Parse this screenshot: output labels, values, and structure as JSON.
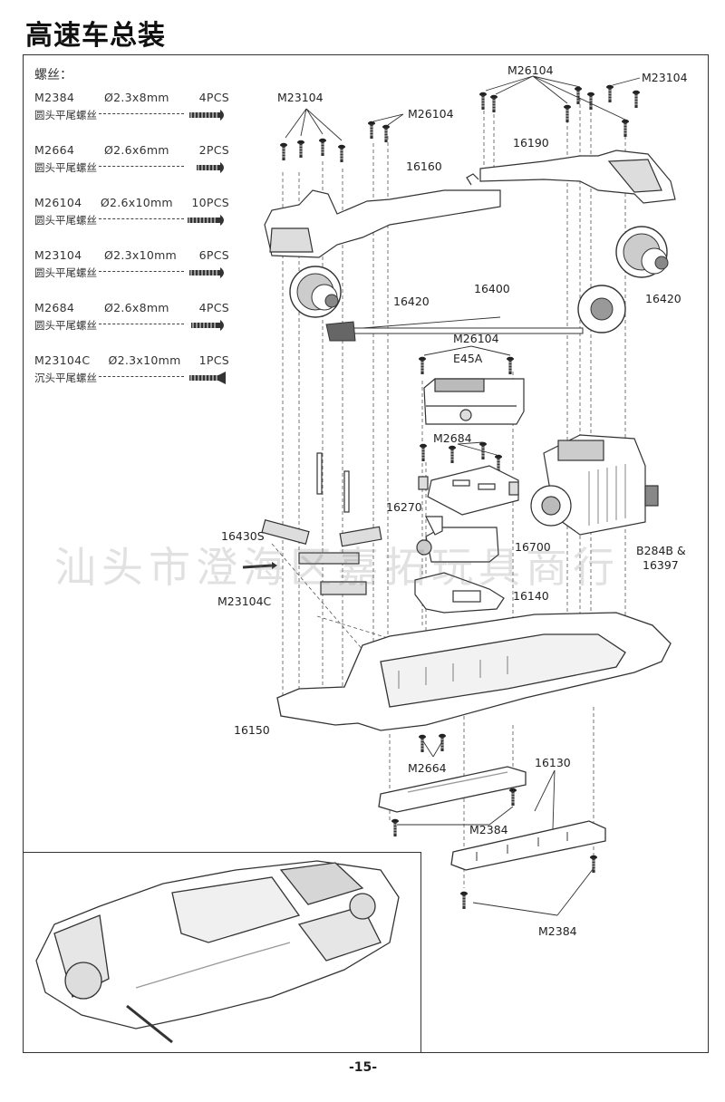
{
  "page_title": "高速车总装",
  "screws": {
    "heading": "螺丝：",
    "items": [
      {
        "code": "M2384",
        "size": "Ø2.3x8mm",
        "qty": "4PCS",
        "type": "圆头平尾螺丝"
      },
      {
        "code": "M2664",
        "size": "Ø2.6x6mm",
        "qty": "2PCS",
        "type": "圆头平尾螺丝"
      },
      {
        "code": "M26104",
        "size": "Ø2.6x10mm",
        "qty": "10PCS",
        "type": "圆头平尾螺丝"
      },
      {
        "code": "M23104",
        "size": "Ø2.3x10mm",
        "qty": "6PCS",
        "type": "圆头平尾螺丝"
      },
      {
        "code": "M2684",
        "size": "Ø2.6x8mm",
        "qty": "4PCS",
        "type": "圆头平尾螺丝"
      },
      {
        "code": "M23104C",
        "size": "Ø2.3x10mm",
        "qty": "1PCS",
        "type": "沉头平尾螺丝"
      }
    ]
  },
  "labels": {
    "m23104_a": "M23104",
    "m26104_a": "M26104",
    "m26104_b": "M26104",
    "m23104_b": "M23104",
    "p16190": "16190",
    "p16160": "16160",
    "p16420_a": "16420",
    "p16420_b": "16420",
    "p16400": "16400",
    "m26104_c": "M26104",
    "e45a": "E45A",
    "m2684": "M2684",
    "p16270": "16270",
    "p16430s": "16430S",
    "p16700": "16700",
    "motor_a": "B284B &",
    "motor_b": "16397",
    "m23104c": "M23104C",
    "p16140": "16140",
    "p16150": "16150",
    "m2664": "M2664",
    "p16130": "16130",
    "m2384_a": "M2384",
    "m2384_b": "M2384"
  },
  "watermark": "汕头市澄海区嘉拓玩具商行",
  "page_number": "-15-"
}
